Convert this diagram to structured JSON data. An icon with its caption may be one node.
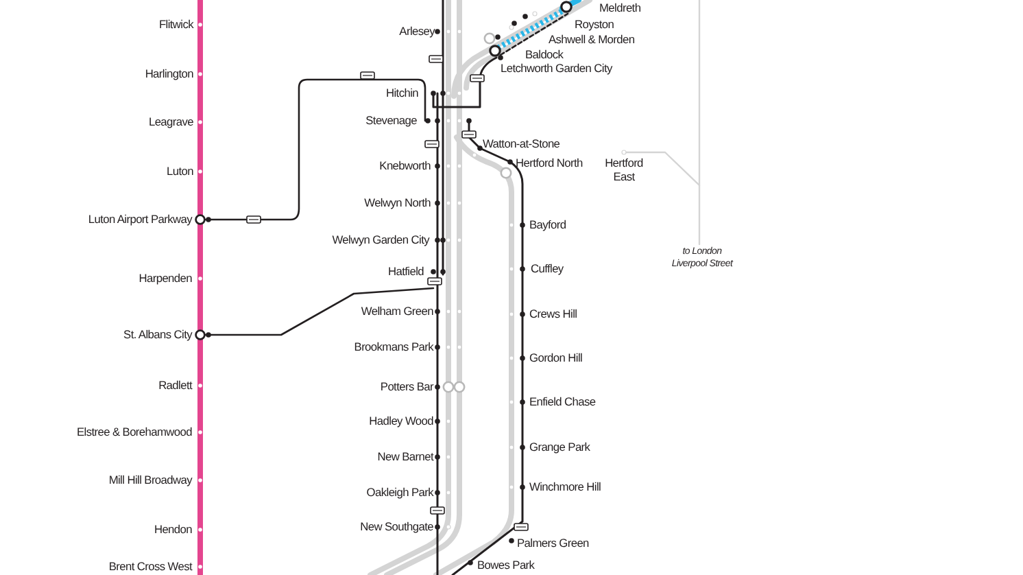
{
  "diagram": {
    "labels": [
      "Meldreth",
      "Flitwick",
      "Arlesey",
      "Royston",
      "Ashwell & Morden",
      "Baldock",
      "Letchworth Garden City",
      "Harlington",
      "Hitchin",
      "Stevenage",
      "Leagrave",
      "Watton-at-Stone",
      "Hertford North",
      "Hertford East",
      "Knebworth",
      "Luton",
      "Welwyn North",
      "Luton Airport Parkway",
      "Bayford",
      "Welwyn Garden City",
      "Cuffley",
      "Hatfield",
      "Harpenden",
      "to London Liverpool Street",
      "Welham Green",
      "Crews Hill",
      "St. Albans City",
      "Brookmans Park",
      "Gordon Hill",
      "Radlett",
      "Potters Bar",
      "Enfield Chase",
      "Hadley Wood",
      "Elstree & Borehamwood",
      "Grange Park",
      "New Barnet",
      "Mill Hill Broadway",
      "Winchmore Hill",
      "Oakleigh Park",
      "New Southgate",
      "Hendon",
      "Palmers Green",
      "Bowes Park",
      "Brent Cross West"
    ]
  }
}
